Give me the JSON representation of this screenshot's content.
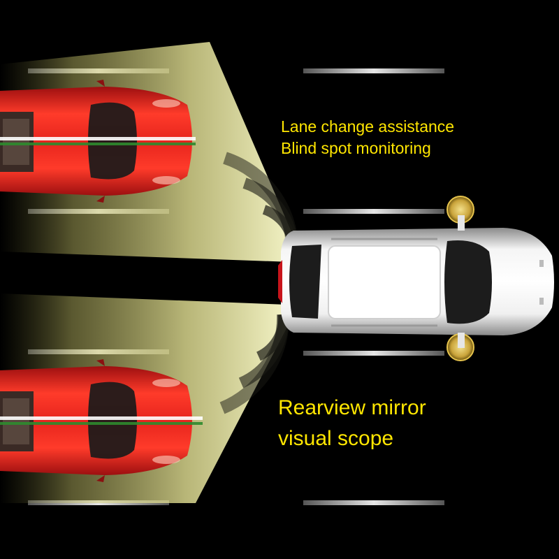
{
  "captions": {
    "feature_1": "Lane change assistance",
    "feature_2": "Blind spot monitoring",
    "scope_line_1": "Rearview mirror",
    "scope_line_2": "visual scope"
  },
  "colors": {
    "background": "#000000",
    "caption_text": "#ffe600",
    "beam_glow": "#fffaa0",
    "sports_car_body": "#e8201e",
    "hatchback_body": "#f2f2f2",
    "lane_marking": "#d9d9d9"
  },
  "icons": {
    "sports_car_top": "red-sports-car-top-view",
    "hatchback_top": "white-hatchback-top-view",
    "mirror_highlight": "yellow-circle-highlight"
  }
}
